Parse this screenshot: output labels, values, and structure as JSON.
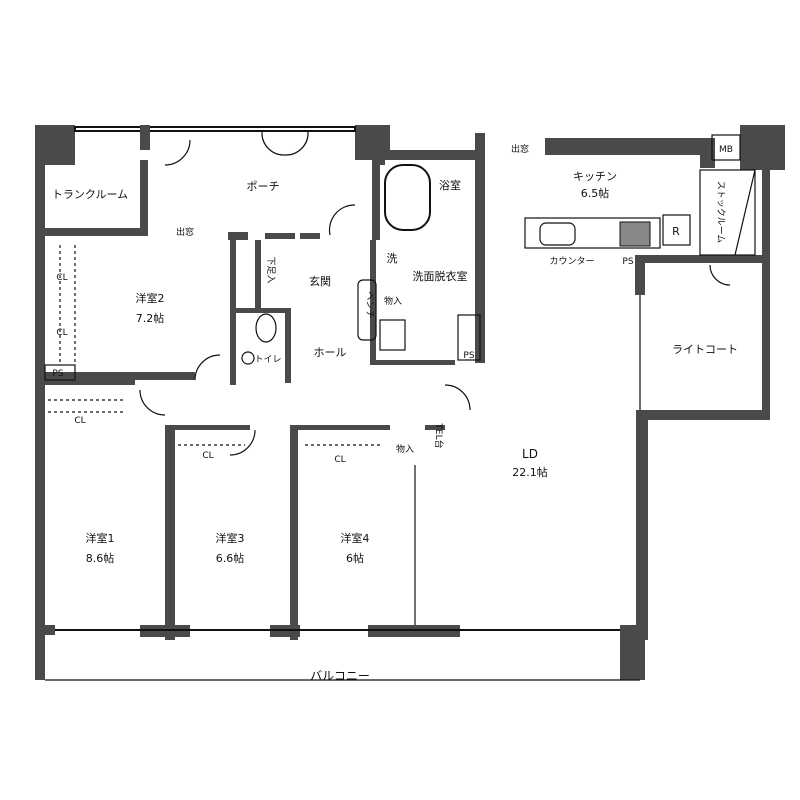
{
  "rooms": {
    "trunk_room": "トランクルーム",
    "porch": "ポーチ",
    "bay_window_1": "出窓",
    "bay_window_2": "出窓",
    "bathroom": "浴室",
    "kitchen": {
      "name": "キッチン",
      "size": "6.5帖"
    },
    "meter_box": "MB",
    "stock_room": "ストックルーム",
    "fridge": "R",
    "counter": "カウンター",
    "ps_kitchen": "PS",
    "western2": {
      "name": "洋室2",
      "size": "7.2帖"
    },
    "closet_a": "CL",
    "closet_b": "CL",
    "ps_western2": "PS",
    "shoe_storage": "下足入",
    "entrance": "玄関",
    "washer": "洗",
    "washroom": "洗面脱衣室",
    "bench": "ベンチ",
    "storage_wash": "物入",
    "toilet": "トイレ",
    "hall": "ホール",
    "ps_wash": "PS",
    "light_court": "ライトコート",
    "closet_1": "CL",
    "closet_3": "CL",
    "closet_4": "CL",
    "storage_hall": "物入",
    "tel_stand": "TEL台",
    "ld": {
      "name": "LD",
      "size": "22.1帖"
    },
    "western1": {
      "name": "洋室1",
      "size": "8.6帖"
    },
    "western3": {
      "name": "洋室3",
      "size": "6.6帖"
    },
    "western4": {
      "name": "洋室4",
      "size": "6帖"
    },
    "balcony": "バルコニー"
  }
}
